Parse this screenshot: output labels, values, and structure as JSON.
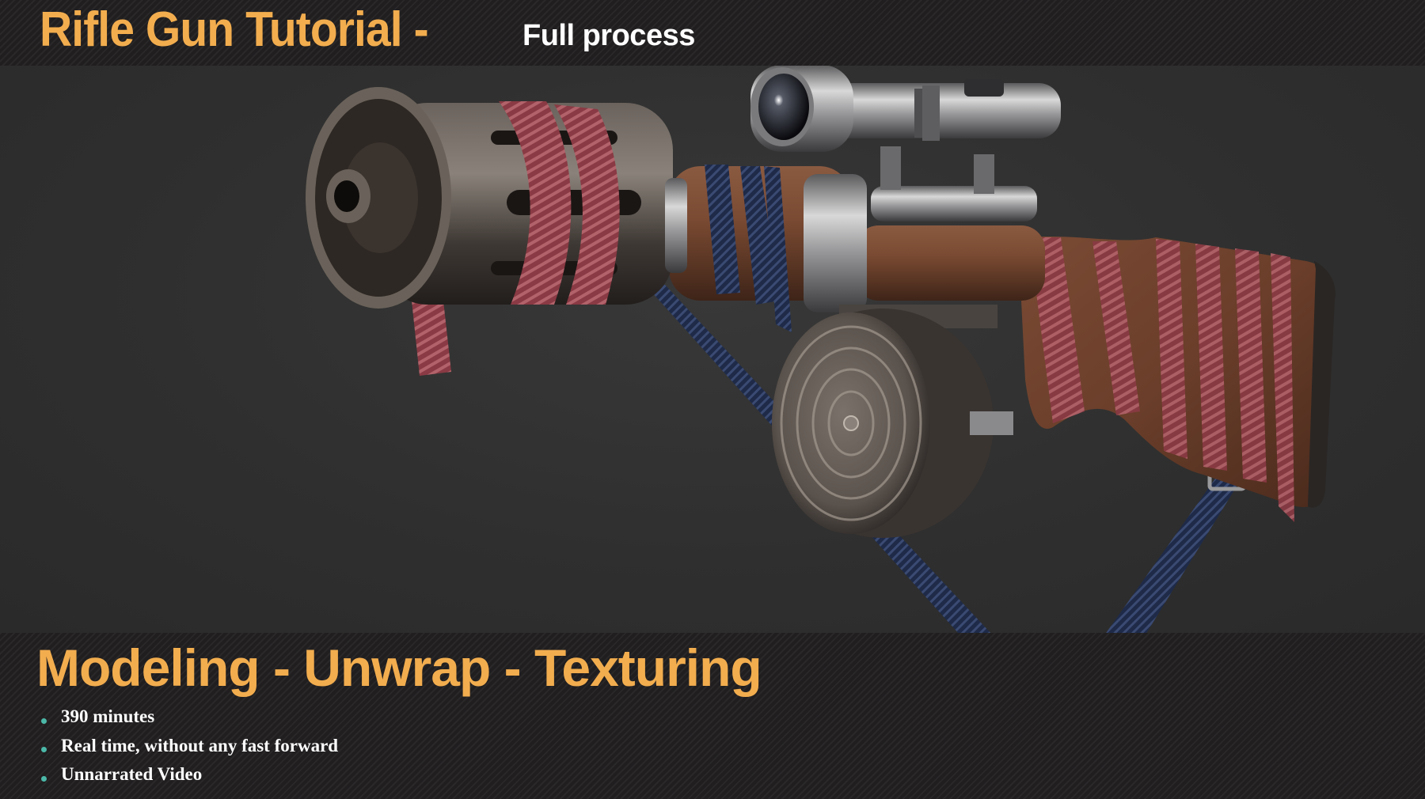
{
  "header": {
    "title": "Rifle Gun Tutorial -",
    "subtitle": "Full process"
  },
  "footer": {
    "headline": "Modeling - Unwrap - Texturing",
    "features": [
      "390 minutes",
      "Real time, without any fast forward",
      "Unnarrated Video"
    ]
  },
  "colors": {
    "accent": "#f2ad4e",
    "bullet": "#4bb8a8",
    "band": "#201e1f",
    "background": "#2e2e2e"
  },
  "image": {
    "subject": "3D rendered rifle with scope, drum magazine, cloth-wrapped wooden stock and blue sling"
  }
}
